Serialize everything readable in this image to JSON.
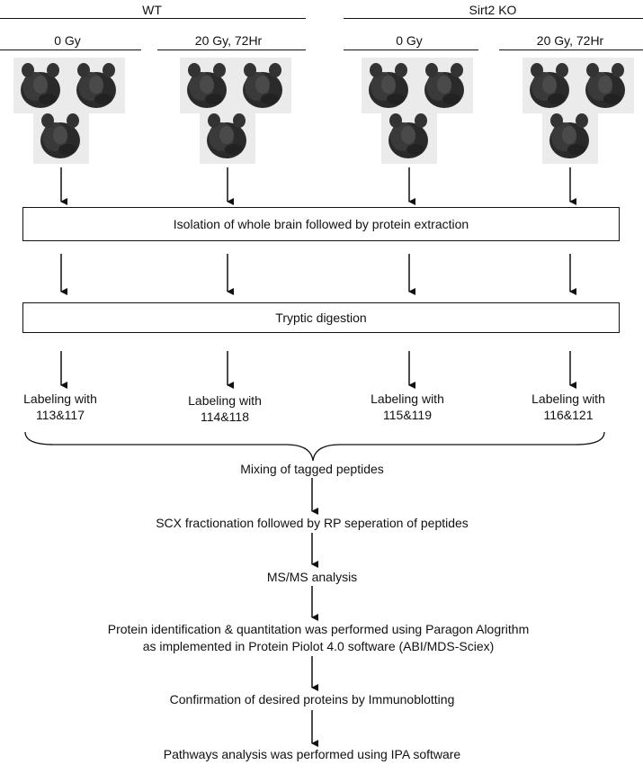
{
  "groups": [
    {
      "label": "WT"
    },
    {
      "label": "Sirt2 KO"
    }
  ],
  "conditions": [
    {
      "label": "0 Gy"
    },
    {
      "label": "20 Gy, 72Hr"
    },
    {
      "label": "0 Gy"
    },
    {
      "label": "20 Gy, 72Hr"
    }
  ],
  "labels": [
    {
      "line1": "Labeling with",
      "line2": "113&117"
    },
    {
      "line1": "Labeling with",
      "line2": "114&118"
    },
    {
      "line1": "Labeling with",
      "line2": "115&119"
    },
    {
      "line1": "Labeling with",
      "line2": "116&121"
    }
  ],
  "steps": {
    "isolation": "Isolation of whole brain followed by protein extraction",
    "digestion": "Tryptic digestion",
    "mixing": "Mixing of tagged peptides",
    "scx": "SCX fractionation followed by RP seperation of peptides",
    "msms": "MS/MS analysis",
    "identification_line1": "Protein identification & quantitation was performed using Paragon Alogrithm",
    "identification_line2": "as implemented in Protein Piolot 4.0 software (ABI/MDS-Sciex)",
    "confirmation": "Confirmation of desired proteins by Immunoblotting",
    "pathways": "Pathways analysis was performed using IPA software"
  }
}
